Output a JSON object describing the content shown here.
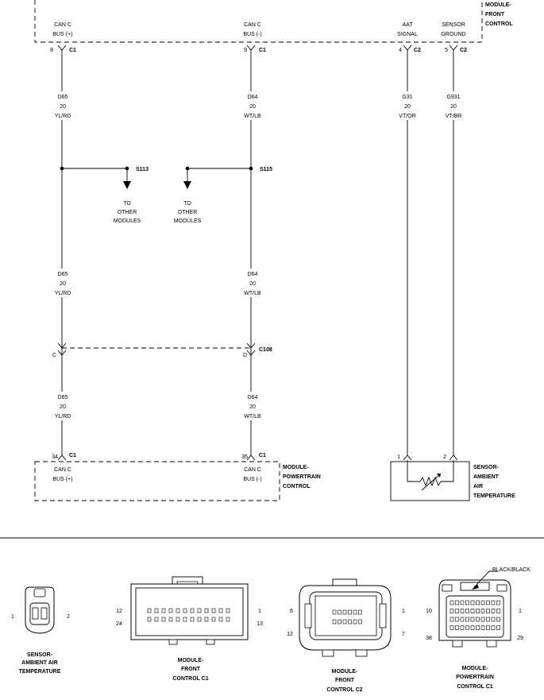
{
  "modules": {
    "front_control": {
      "lines": [
        "MODULE-",
        "FRONT",
        "CONTROL"
      ]
    },
    "powertrain_control": {
      "lines": [
        "MODULE-",
        "POWERTRAIN",
        "CONTROL"
      ]
    },
    "ambient_sensor": {
      "lines": [
        "SENSOR-",
        "AMBIENT",
        "AIR",
        "TEMPERATURE"
      ]
    }
  },
  "top_pins": [
    {
      "label": [
        "CAN C",
        "BUS (+)"
      ],
      "pin": "8",
      "conn": "C1"
    },
    {
      "label": [
        "CAN C",
        "BUS (-)"
      ],
      "pin": "9",
      "conn": "C1"
    },
    {
      "label": [
        "AAT",
        "SIGNAL"
      ],
      "pin": "4",
      "conn": "C2"
    },
    {
      "label": [
        "SENSOR",
        "GROUND"
      ],
      "pin": "5",
      "conn": "C2"
    }
  ],
  "bottom_pins": [
    {
      "label": [
        "CAN C",
        "BUS (+)"
      ],
      "pin": "34",
      "conn": "C1"
    },
    {
      "label": [
        "CAN C",
        "BUS (-)"
      ],
      "pin": "35",
      "conn": "C1"
    }
  ],
  "sensor_pins": [
    "1",
    "2"
  ],
  "wires": {
    "d65": [
      "D65",
      "20",
      "YL/RD"
    ],
    "d64": [
      "D64",
      "20",
      "WT/LB"
    ],
    "g31": [
      "G31",
      "20",
      "VT/OR"
    ],
    "g931": [
      "G931",
      "20",
      "VT/BR"
    ]
  },
  "splices": {
    "s113": "S113",
    "s115": "S115"
  },
  "to_other_modules": [
    "TO",
    "OTHER",
    "MODULES"
  ],
  "inline_connector": {
    "name": "C108",
    "pin_left": "C",
    "pin_right": "D"
  },
  "connector_views": {
    "sensor": {
      "title": [
        "SENSOR-",
        "AMBIENT AIR",
        "TEMPERATURE"
      ],
      "pins": [
        "1",
        "2"
      ]
    },
    "fcm_c1": {
      "title": [
        "MODULE-",
        "FRONT",
        "CONTROL C1"
      ],
      "pins": [
        "12",
        "24",
        "1",
        "13"
      ]
    },
    "fcm_c2": {
      "title": [
        "MODULE-",
        "FRONT",
        "CONTROL C2"
      ],
      "pins": [
        "6",
        "12",
        "1",
        "7"
      ]
    },
    "pcm_c1": {
      "title": [
        "MODULE-",
        "POWERTRAIN",
        "CONTROL C1"
      ],
      "pins": [
        "10",
        "38",
        "1",
        "29"
      ],
      "color_callout": "BLACK/BLACK"
    }
  }
}
